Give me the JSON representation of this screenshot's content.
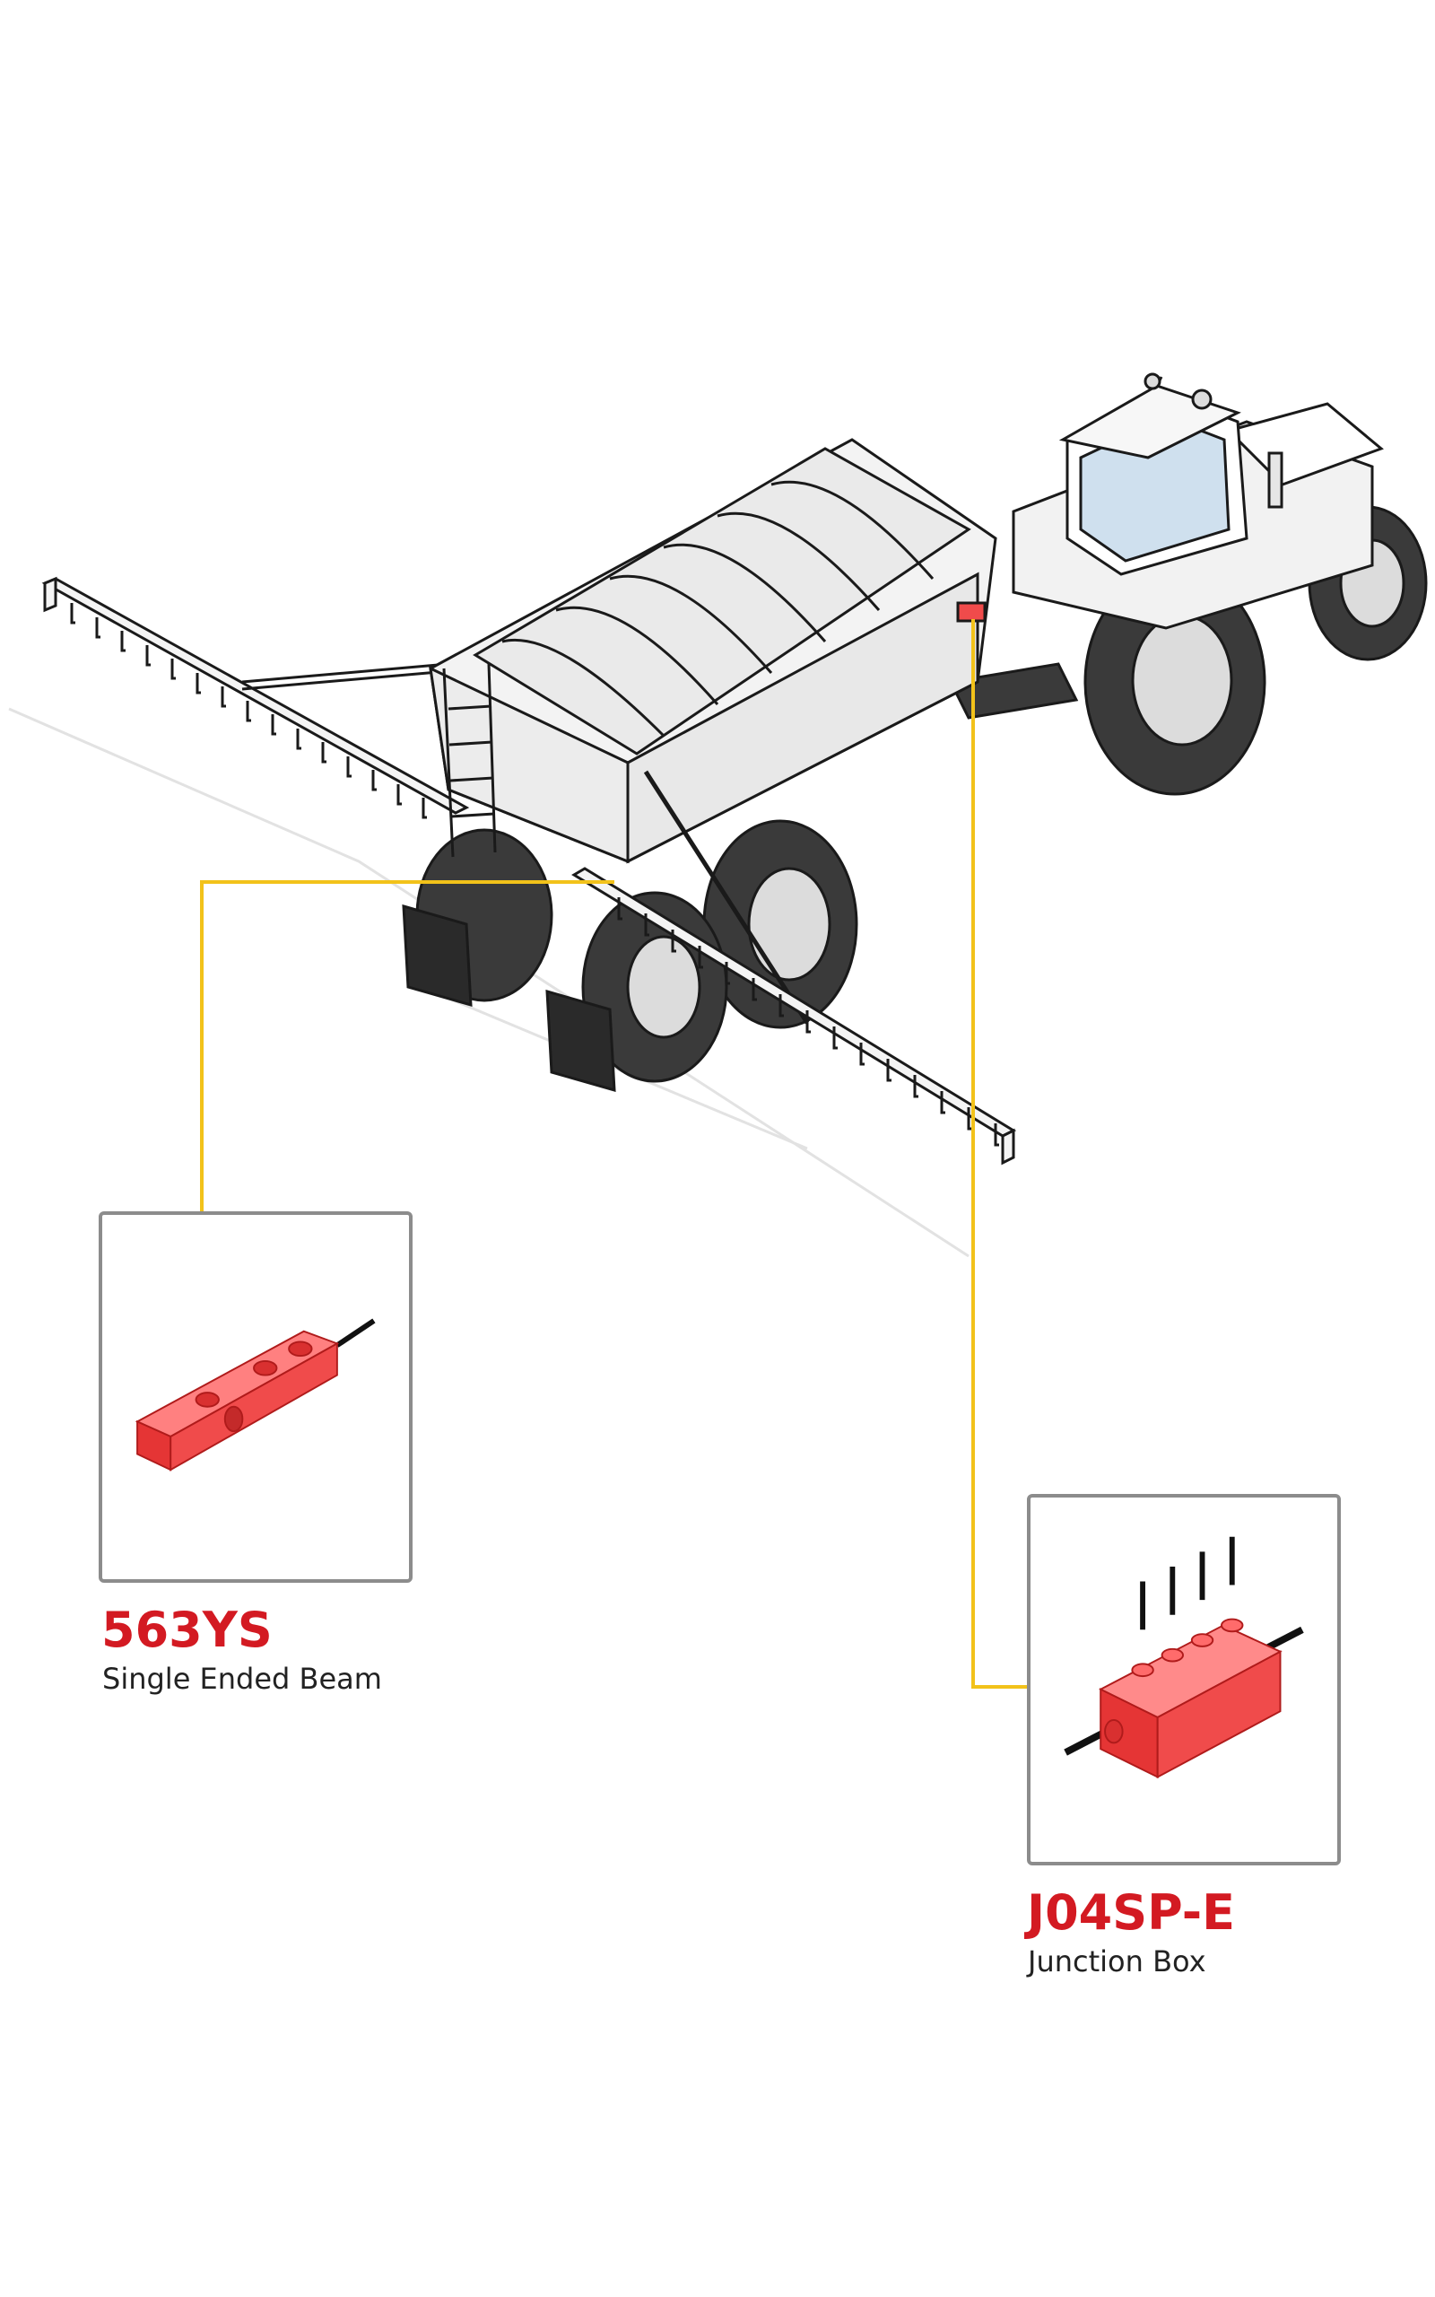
{
  "colors": {
    "accent_red": "#d31a22",
    "callout_yellow": "#f2c21a",
    "frame_gray": "#8c8c8c",
    "machine_outline": "#1a1a1a",
    "sensor_red": "#f04b4b"
  },
  "products": [
    {
      "code": "563YS",
      "description": "Single Ended Beam",
      "icon": "single-ended-beam-load-cell-icon"
    },
    {
      "code": "J04SP-E",
      "description": "Junction Box",
      "icon": "junction-box-icon"
    }
  ]
}
